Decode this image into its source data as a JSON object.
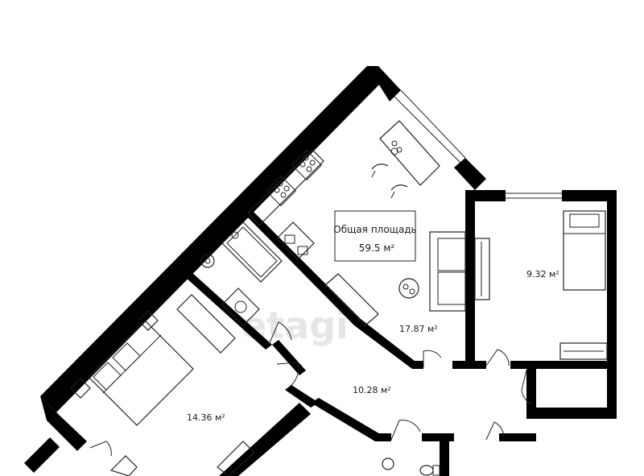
{
  "total_area": {
    "label": "Общая площадь",
    "value": "59.5 м²"
  },
  "rooms": [
    {
      "area": "17.87 м²"
    },
    {
      "area": "9.32 м²"
    },
    {
      "area": "14.36 м²"
    },
    {
      "area": "10.28 м²"
    }
  ],
  "watermark": "etagi"
}
